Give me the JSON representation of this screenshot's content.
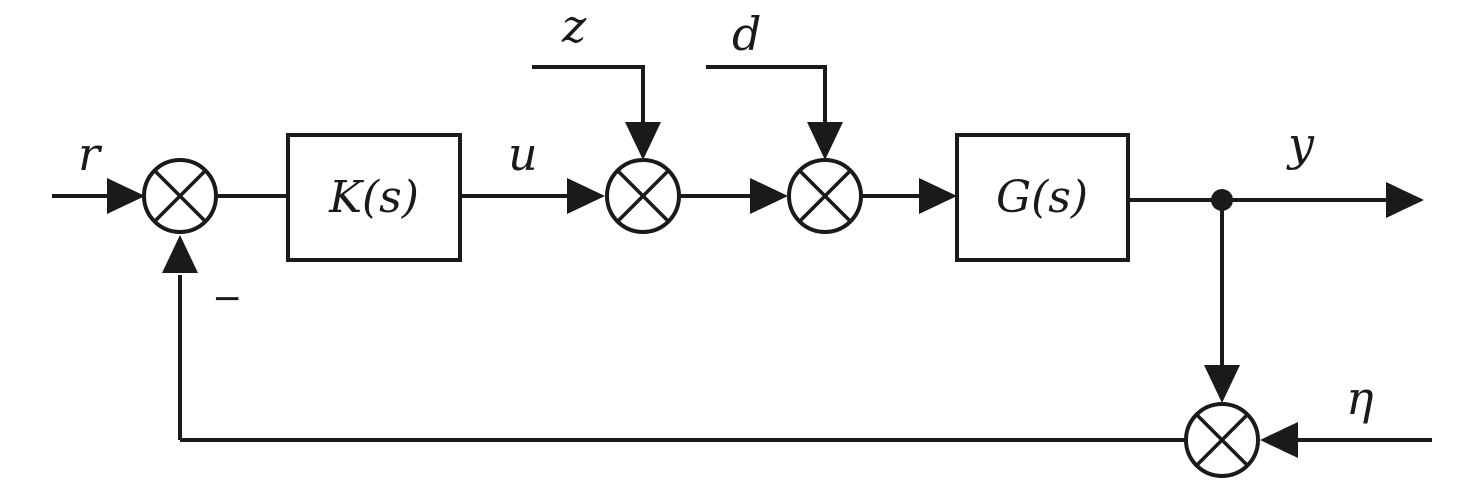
{
  "signals": {
    "r": "r",
    "u": "u",
    "z": "z",
    "d": "d",
    "y": "y",
    "eta": "η"
  },
  "blocks": {
    "controller": "K(s)",
    "plant": "G(s)"
  },
  "feedback_sign": "−"
}
